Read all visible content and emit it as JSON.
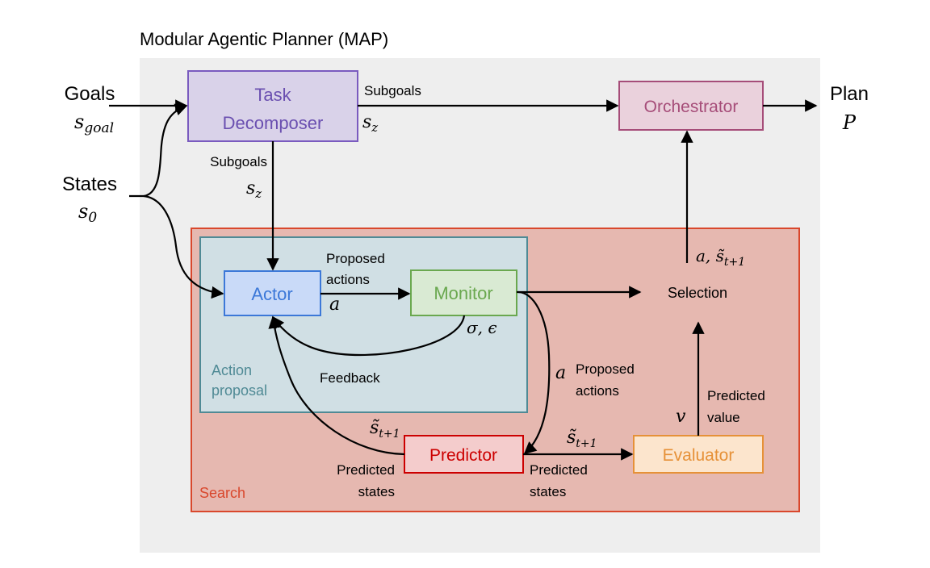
{
  "title": "Modular Agentic Planner (MAP)",
  "colors": {
    "outer_bg": "#eeeeee",
    "search_fill": "#e6b8b0",
    "search_stroke": "#d9472c",
    "action_fill": "#d0dfe4",
    "action_stroke": "#4f8a95",
    "task_fill": "#d9d2e9",
    "task_stroke": "#7a5bbf",
    "orch_fill": "#ead1dc",
    "orch_stroke": "#a64d79",
    "actor_fill": "#c9daf8",
    "actor_stroke": "#3c78d8",
    "monitor_fill": "#d9ead3",
    "monitor_stroke": "#6aa84f",
    "predictor_fill": "#f4cccc",
    "predictor_stroke": "#cc0000",
    "evaluator_fill": "#fce5cd",
    "evaluator_stroke": "#e69138"
  },
  "inputs": {
    "goals": "Goals",
    "goals_symbol": "s",
    "goals_sub": "goal",
    "states": "States",
    "states_symbol": "s",
    "states_sub": "0"
  },
  "output": {
    "plan": "Plan",
    "plan_symbol": "P"
  },
  "modules": {
    "task_decomposer_line1": "Task",
    "task_decomposer_line2": "Decomposer",
    "orchestrator": "Orchestrator",
    "actor": "Actor",
    "monitor": "Monitor",
    "predictor": "Predictor",
    "evaluator": "Evaluator",
    "selection": "Selection"
  },
  "groups": {
    "action_proposal_line1": "Action",
    "action_proposal_line2": "proposal",
    "search": "Search"
  },
  "edge_labels": {
    "subgoals_top": "Subgoals",
    "sz_top_symbol": "s",
    "sz_top_sub": "z",
    "subgoals_left": "Subgoals",
    "sz_left_symbol": "s",
    "sz_left_sub": "z",
    "proposed_actions_1a": "Proposed",
    "proposed_actions_1b": "actions",
    "a_actor": "a",
    "sigma_eps": "σ, ϵ",
    "feedback": "Feedback",
    "a_right": "a",
    "proposed_actions_2a": "Proposed",
    "proposed_actions_2b": "actions",
    "s_tilde_left_symbol": "s̃",
    "s_tilde_left_sub": "t+1",
    "predicted_states_left_a": "Predicted",
    "predicted_states_left_b": "states",
    "s_tilde_right_symbol": "s̃",
    "s_tilde_right_sub": "t+1",
    "predicted_states_right_a": "Predicted",
    "predicted_states_right_b": "states",
    "v_symbol": "v",
    "predicted_value_a": "Predicted",
    "predicted_value_b": "value",
    "a_s_selection_symbol": "a, s̃",
    "a_s_selection_sub": "t+1"
  }
}
